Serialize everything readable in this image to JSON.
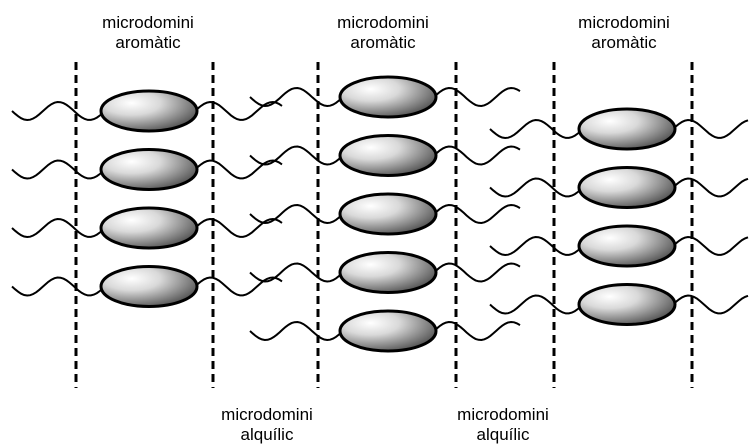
{
  "labels": {
    "top": [
      {
        "line1": "microdomini",
        "line2": "aromàtic"
      },
      {
        "line1": "microdomini",
        "line2": "aromàtic"
      },
      {
        "line1": "microdomini",
        "line2": "aromàtic"
      }
    ],
    "bottom": [
      {
        "line1": "microdomini",
        "line2": "alquílic"
      },
      {
        "line1": "microdomini",
        "line2": "alquílic"
      }
    ]
  },
  "columns": [
    {
      "molecule_count": 4
    },
    {
      "molecule_count": 5
    },
    {
      "molecule_count": 4
    }
  ],
  "colors": {
    "ink": "#000000",
    "ellipse_light": "#ffffff",
    "ellipse_dark": "#3a3a3a"
  }
}
